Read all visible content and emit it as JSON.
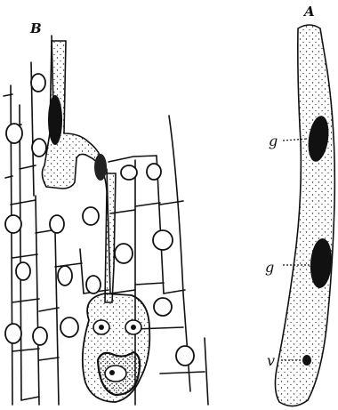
{
  "figure": {
    "panels": {
      "left_label": "B",
      "right_label": "A"
    },
    "annotations": {
      "generative_nucleus_upper": "g",
      "generative_nucleus_lower": "g",
      "vegetative_nucleus": "v"
    },
    "colors": {
      "ink": "#111111",
      "paper": "#ffffff"
    }
  }
}
